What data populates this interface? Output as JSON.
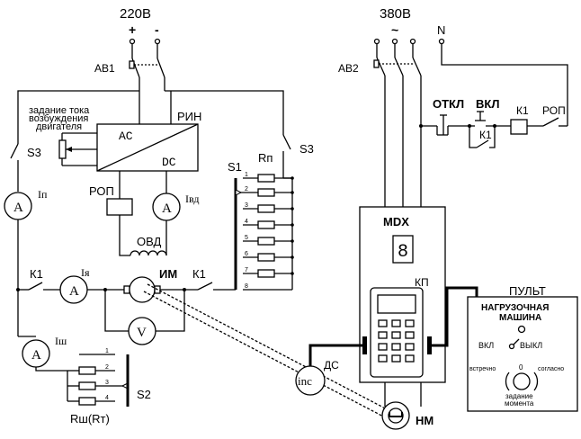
{
  "left_circuit": {
    "supply_voltage": "220В",
    "plus": "+",
    "minus": "-",
    "breaker": "АВ1",
    "field_current_setting_line1": "задание тока",
    "field_current_setting_line2": "возбуждения",
    "field_current_setting_line3": "двигателя",
    "regulator": "РИН",
    "converter_ac": "AC",
    "converter_dc": "DC",
    "switch_s3_left": "S3",
    "switch_s3_right": "S3",
    "current_in_symbol": "Iп",
    "ammeter_label": "A",
    "rop_label": "РОП",
    "current_ivd_symbol": "Iвд",
    "field_winding": "ОВД",
    "contactor_k1_left": "К1",
    "current_iya_symbol": "Iя",
    "motor": "ИМ",
    "contactor_k1_right": "К1",
    "voltmeter_label": "V",
    "current_ish_symbol": "Iш",
    "shunt_resistor": "Rш(Rт)",
    "switch_s2": "S2",
    "switch_s1": "S1",
    "resistor_rp": "Rп",
    "s1_positions": [
      "1",
      "2",
      "3",
      "4",
      "5",
      "6",
      "7",
      "8"
    ],
    "s2_positions": [
      "1",
      "2",
      "3",
      "4"
    ]
  },
  "right_circuit": {
    "supply_voltage": "380В",
    "tilde": "~",
    "neutral": "N",
    "breaker": "АВ2",
    "off_button": "ОТКЛ",
    "on_button": "ВКЛ",
    "contactor_k1_top": "К1",
    "contactor_k1_coil": "К1",
    "rop_label": "РОП",
    "drive": "MDX",
    "drive_display": "8",
    "keypad": "КП",
    "sensor": "ДС",
    "encoder_label": "inc",
    "load_machine_motor": "НМ",
    "console_label": "ПУЛЬТ"
  },
  "console": {
    "title_line1": "НАГРУЗОЧНАЯ",
    "title_line2": "МАШИНА",
    "on_label": "ВКЛ",
    "off_label": "ВЫКЛ",
    "counter_label": "встречно",
    "zero_label": "0",
    "along_label": "согласно",
    "torque_line1": "задание",
    "torque_line2": "момента"
  }
}
